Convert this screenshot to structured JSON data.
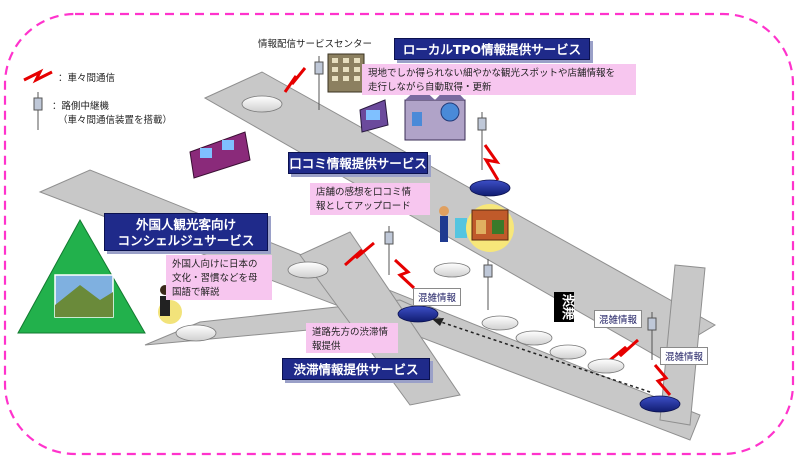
{
  "diagram": {
    "legend": {
      "v2v": "：車々間通信",
      "relay_line1": "：路側中継機",
      "relay_line2": "（車々間通信装置を搭載）"
    },
    "center_label": "情報配信サービスセンター",
    "local_tpo": {
      "title": "ローカルTPO情報提供サービス",
      "desc_line1": "現地でしか得られない細やかな観光スポットや店舗情報を",
      "desc_line2": "走行しながら自動取得・更新"
    },
    "kuchikomi": {
      "title": "口コミ情報提供サービス",
      "desc_line1": "店舗の感想を口コミ情",
      "desc_line2": "報としてアップロード"
    },
    "foreign": {
      "title_line1": "外国人観光客向け",
      "title_line2": "コンシェルジュサービス",
      "desc_line1": "外国人向けに日本の",
      "desc_line2": "文化・習慣などを母",
      "desc_line3": "国語で解説"
    },
    "traffic": {
      "title": "渋滞情報提供サービス",
      "desc_line1": "道路先方の渋滞情",
      "desc_line2": "報提供"
    },
    "congestion_tags": [
      "混雑情報",
      "混雑情報",
      "混雑情報"
    ],
    "jutai": "渋滞",
    "colors": {
      "border": "#ff33cc",
      "road": "#c8c8c8",
      "title_bg": "#1f2a8a",
      "note_bg": "#f7c6ef",
      "signal": "#e60000",
      "triangle": "#22b14c"
    }
  }
}
